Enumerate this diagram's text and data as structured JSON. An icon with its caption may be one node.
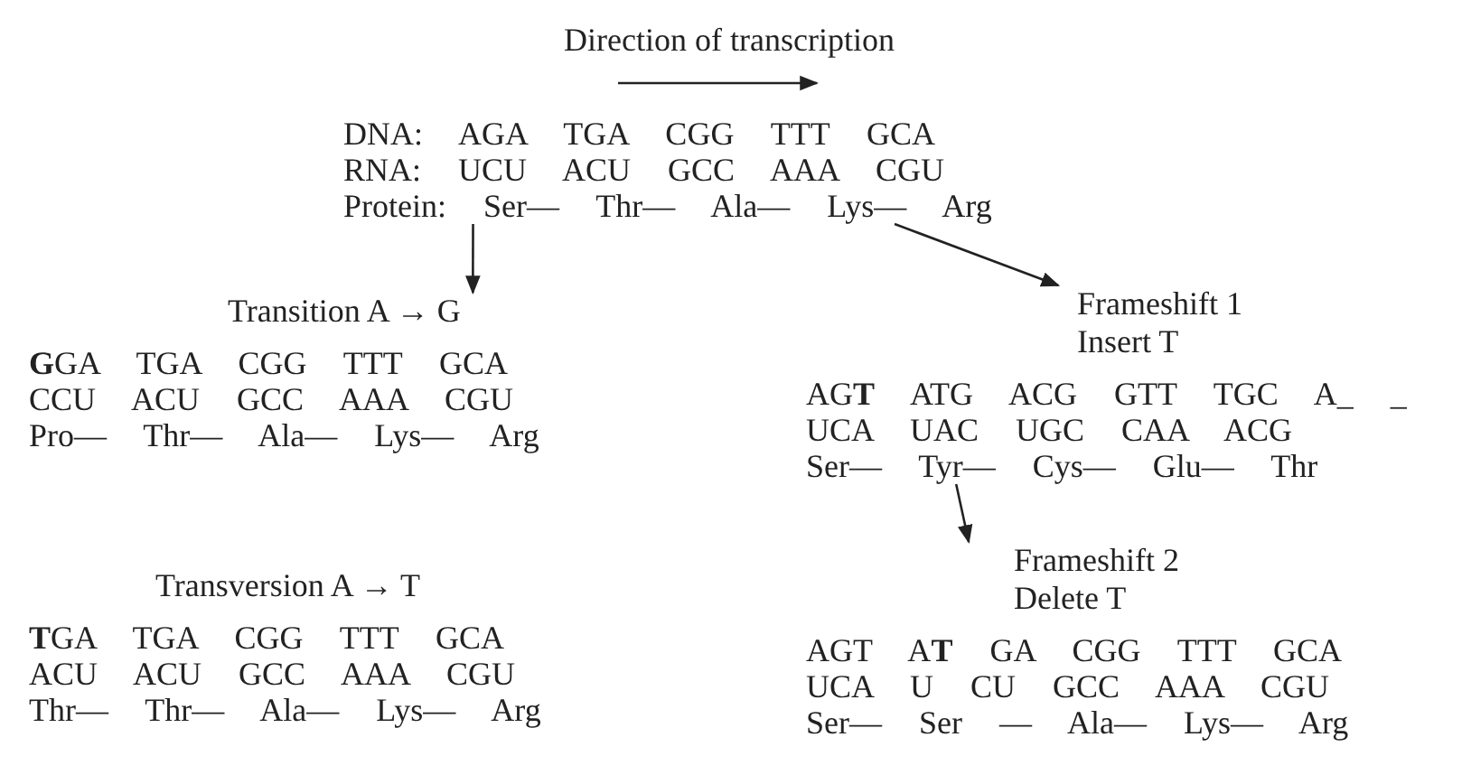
{
  "diagram": {
    "title": "Direction of transcription",
    "nodes": [
      {
        "text": [
          "DNA: AGA TGA CGG TTT GCA",
          "RNA: UCU ACU GCC AAA CGU",
          "Protein: Ser— Thr— Ala— Lys— Arg"
        ]
      },
      {
        "text": [
          "Transition A → G",
          "**G**GA TGA CGG TTT GCA",
          "CCU ACU GCC AAA CGU",
          "Pro— Thr— Ala— Lys— Arg"
        ]
      },
      {
        "text": [
          "Frameshift 1 Insert T",
          "AG**T** ATG ACG GTT TGC A_ _",
          "UCA UAC UGC CAA ACG",
          "Ser— Tyr— Cys— Glu— Thr"
        ]
      },
      {
        "text": [
          "Frameshift 2 Delete T",
          "AGT A**T** GA CGG TTT GCA",
          "UCA U CU GCC AAA CGU",
          "Ser— Ser — Ala— Lys— Arg"
        ]
      }
    ],
    "edges": [
      {
        "from": 0,
        "to": 1,
        "arrow": "to"
      },
      {
        "from": 0,
        "to": 2,
        "arrow": "to"
      },
      {
        "from": 2,
        "to": 3,
        "arrow": "to"
      }
    ],
    "labels": [
      "Transversion A → T",
      "**T**GA TGA CGG TTT GCA",
      "ACU ACU GCC AAA CGU",
      "Thr— Thr— Ala— Lys— Arg"
    ]
  }
}
